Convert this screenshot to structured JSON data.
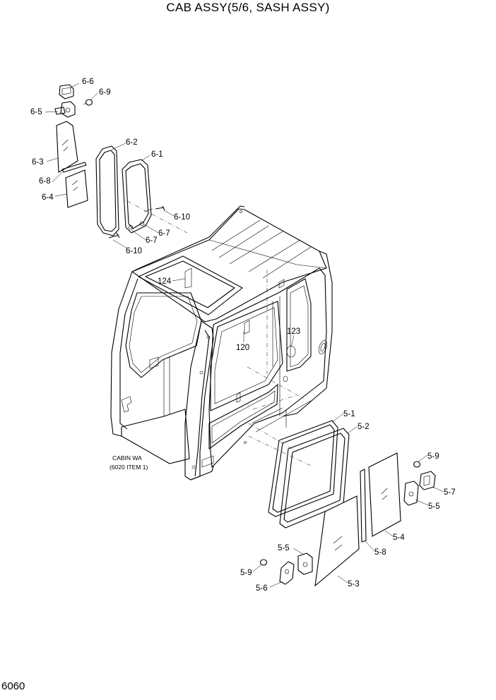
{
  "title": "CAB ASSY(5/6, SASH ASSY)",
  "page_number": "6060",
  "callouts": {
    "c6_6": "6-6",
    "c6_9": "6-9",
    "c6_5": "6-5",
    "c6_3": "6-3",
    "c6_8": "6-8",
    "c6_4": "6-4",
    "c6_2": "6-2",
    "c6_1": "6-1",
    "c6_10a": "6-10",
    "c6_7a": "6-7",
    "c6_7b": "6-7",
    "c6_10b": "6-10",
    "c124": "124",
    "c123": "123",
    "c120": "120",
    "c5_1": "5-1",
    "c5_2": "5-2",
    "c5_9a": "5-9",
    "c5_7": "5-7",
    "c5_5a": "5-5",
    "c5_4": "5-4",
    "c5_8": "5-8",
    "c5_5b": "5-5",
    "c5_9b": "5-9",
    "c5_6": "5-6",
    "c5_3": "5-3"
  },
  "cabin_note": {
    "line1": "CABIN WA",
    "line2": "(6020 ITEM 1)"
  }
}
